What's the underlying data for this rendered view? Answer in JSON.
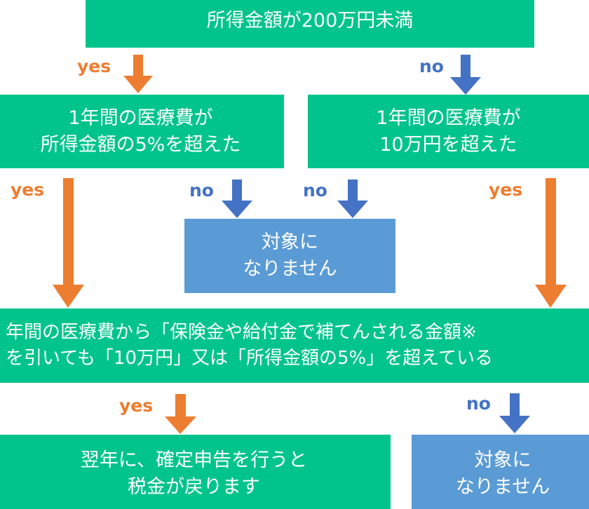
{
  "colors": {
    "box_green": "#00c48c",
    "box_blue": "#5b9bd5",
    "arrow_yes": "#ed7d31",
    "arrow_no": "#4472c4",
    "text": "#ffffff"
  },
  "nodes": {
    "top": {
      "line1": "所得金額が200万円未満"
    },
    "left_q": {
      "line1": "1年間の医療費が",
      "line2": "所得金額の5%を超えた"
    },
    "right_q": {
      "line1": "1年間の医療費が",
      "line2": "10万円を超えた"
    },
    "not_eligible_mid": {
      "line1": "対象に",
      "line2": "なりません"
    },
    "wide_q": {
      "line1": "年間の医療費から「保険金や給付金で補てんされる金額※",
      "line2": "を引いても「10万円」又は「所得金額の5%」を超えている"
    },
    "result_yes": {
      "line1": "翌年に、確定申告を行うと",
      "line2": "税金が戻ります"
    },
    "not_eligible_bottom": {
      "line1": "対象に",
      "line2": "なりません"
    }
  },
  "labels": {
    "yes": "yes",
    "no": "no"
  }
}
